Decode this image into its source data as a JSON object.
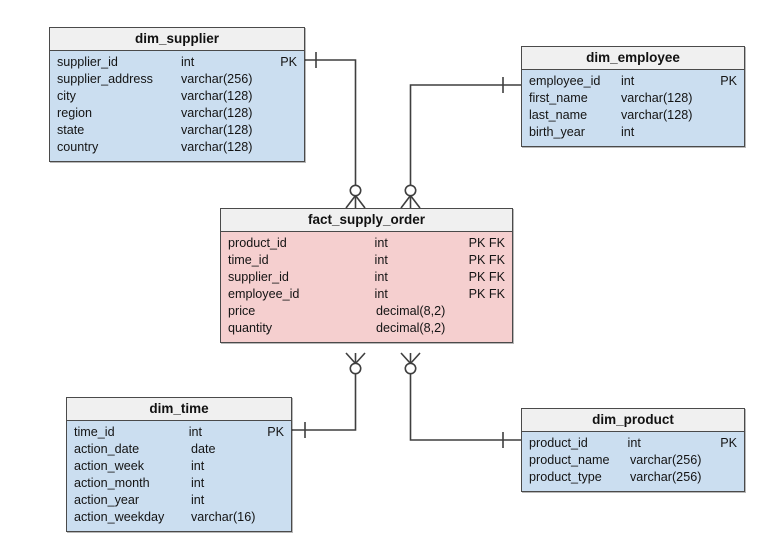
{
  "diagram": {
    "title": "star-schema-er-diagram",
    "notation": "crow-foot",
    "colors": {
      "dimension_fill": "#cbdef0",
      "fact_fill": "#f5cfcf",
      "header_fill": "#f0f0f0",
      "border": "#4a4a4a",
      "connector": "#3f3f3f"
    }
  },
  "entities": [
    {
      "id": "dim_supplier",
      "name": "dim_supplier",
      "kind": "dimension",
      "attributes": [
        {
          "name": "supplier_id",
          "type": "int",
          "key": "PK"
        },
        {
          "name": "supplier_address",
          "type": "varchar(256)",
          "key": ""
        },
        {
          "name": "city",
          "type": "varchar(128)",
          "key": ""
        },
        {
          "name": "region",
          "type": "varchar(128)",
          "key": ""
        },
        {
          "name": "state",
          "type": "varchar(128)",
          "key": ""
        },
        {
          "name": "country",
          "type": "varchar(128)",
          "key": ""
        }
      ]
    },
    {
      "id": "dim_employee",
      "name": "dim_employee",
      "kind": "dimension",
      "attributes": [
        {
          "name": "employee_id",
          "type": "int",
          "key": "PK"
        },
        {
          "name": "first_name",
          "type": "varchar(128)",
          "key": ""
        },
        {
          "name": "last_name",
          "type": "varchar(128)",
          "key": ""
        },
        {
          "name": "birth_year",
          "type": "int",
          "key": ""
        }
      ]
    },
    {
      "id": "fact_supply_order",
      "name": "fact_supply_order",
      "kind": "fact",
      "attributes": [
        {
          "name": "product_id",
          "type": "int",
          "key": "PK FK"
        },
        {
          "name": "time_id",
          "type": "int",
          "key": "PK FK"
        },
        {
          "name": "supplier_id",
          "type": "int",
          "key": "PK FK"
        },
        {
          "name": "employee_id",
          "type": "int",
          "key": "PK FK"
        },
        {
          "name": "price",
          "type": "decimal(8,2)",
          "key": ""
        },
        {
          "name": "quantity",
          "type": "decimal(8,2)",
          "key": ""
        }
      ]
    },
    {
      "id": "dim_time",
      "name": "dim_time",
      "kind": "dimension",
      "attributes": [
        {
          "name": "time_id",
          "type": "int",
          "key": "PK"
        },
        {
          "name": "action_date",
          "type": "date",
          "key": ""
        },
        {
          "name": "action_week",
          "type": "int",
          "key": ""
        },
        {
          "name": "action_month",
          "type": "int",
          "key": ""
        },
        {
          "name": "action_year",
          "type": "int",
          "key": ""
        },
        {
          "name": "action_weekday",
          "type": "varchar(16)",
          "key": ""
        }
      ]
    },
    {
      "id": "dim_product",
      "name": "dim_product",
      "kind": "dimension",
      "attributes": [
        {
          "name": "product_id",
          "type": "int",
          "key": "PK"
        },
        {
          "name": "product_name",
          "type": "varchar(256)",
          "key": ""
        },
        {
          "name": "product_type",
          "type": "varchar(256)",
          "key": ""
        }
      ]
    }
  ],
  "relationships": [
    {
      "id": "supplier-to-fact",
      "from": "dim_supplier",
      "to": "fact_supply_order",
      "from_cardinality": "one",
      "to_cardinality": "zero-or-many"
    },
    {
      "id": "employee-to-fact",
      "from": "dim_employee",
      "to": "fact_supply_order",
      "from_cardinality": "one",
      "to_cardinality": "zero-or-many"
    },
    {
      "id": "time-to-fact",
      "from": "dim_time",
      "to": "fact_supply_order",
      "from_cardinality": "one",
      "to_cardinality": "zero-or-many"
    },
    {
      "id": "product-to-fact",
      "from": "dim_product",
      "to": "fact_supply_order",
      "from_cardinality": "one",
      "to_cardinality": "zero-or-many"
    }
  ]
}
